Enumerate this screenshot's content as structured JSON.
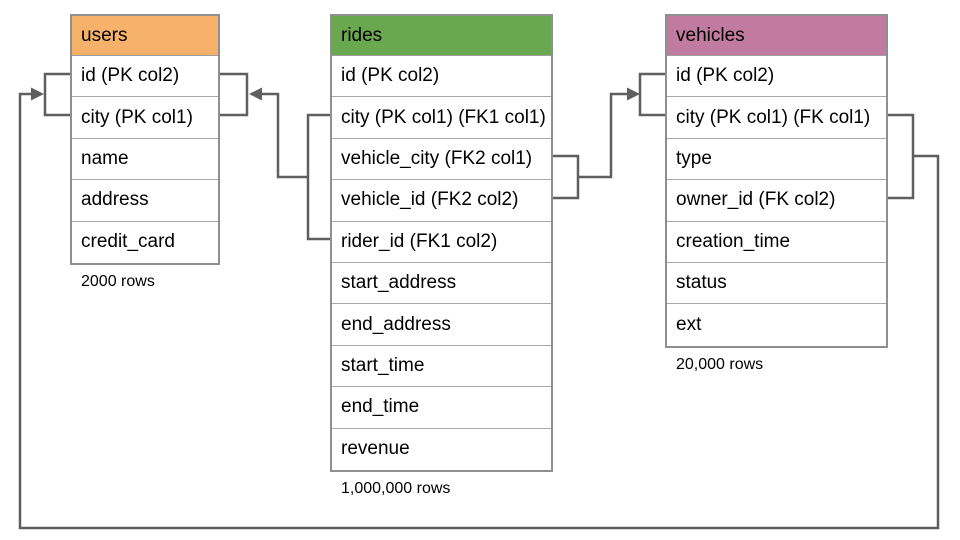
{
  "diagram": {
    "line_color": "#5f5f5f",
    "tables": [
      {
        "name": "users",
        "header_color": "#F6B26B",
        "columns": [
          "id (PK col2)",
          "city (PK col1)",
          "name",
          "address",
          "credit_card"
        ],
        "row_count": "2000 rows"
      },
      {
        "name": "rides",
        "header_color": "#6AA84F",
        "columns": [
          "id (PK col2)",
          "city (PK col1) (FK1 col1)",
          "vehicle_city (FK2 col1)",
          "vehicle_id (FK2 col2)",
          "rider_id (FK1 col2)",
          "start_address",
          "end_address",
          "start_time",
          "end_time",
          "revenue"
        ],
        "row_count": "1,000,000 rows"
      },
      {
        "name": "vehicles",
        "header_color": "#C27BA0",
        "columns": [
          "id (PK col2)",
          "city (PK col1) (FK col1)",
          "type",
          "owner_id (FK col2)",
          "creation_time",
          "status",
          "ext"
        ],
        "row_count": "20,000 rows"
      }
    ],
    "relationships": [
      {
        "from_table": "rides",
        "from_columns": [
          "city (FK1 col1)",
          "rider_id (FK1 col2)"
        ],
        "to_table": "users",
        "to_columns": [
          "id (PK col2)",
          "city (PK col1)"
        ]
      },
      {
        "from_table": "rides",
        "from_columns": [
          "vehicle_city (FK2 col1)",
          "vehicle_id (FK2 col2)"
        ],
        "to_table": "vehicles",
        "to_columns": [
          "id (PK col2)",
          "city (PK col1)"
        ]
      },
      {
        "from_table": "vehicles",
        "from_columns": [
          "city (FK col1)",
          "owner_id (FK col2)"
        ],
        "to_table": "users",
        "to_columns": [
          "id (PK col2)",
          "city (PK col1)"
        ]
      }
    ]
  }
}
